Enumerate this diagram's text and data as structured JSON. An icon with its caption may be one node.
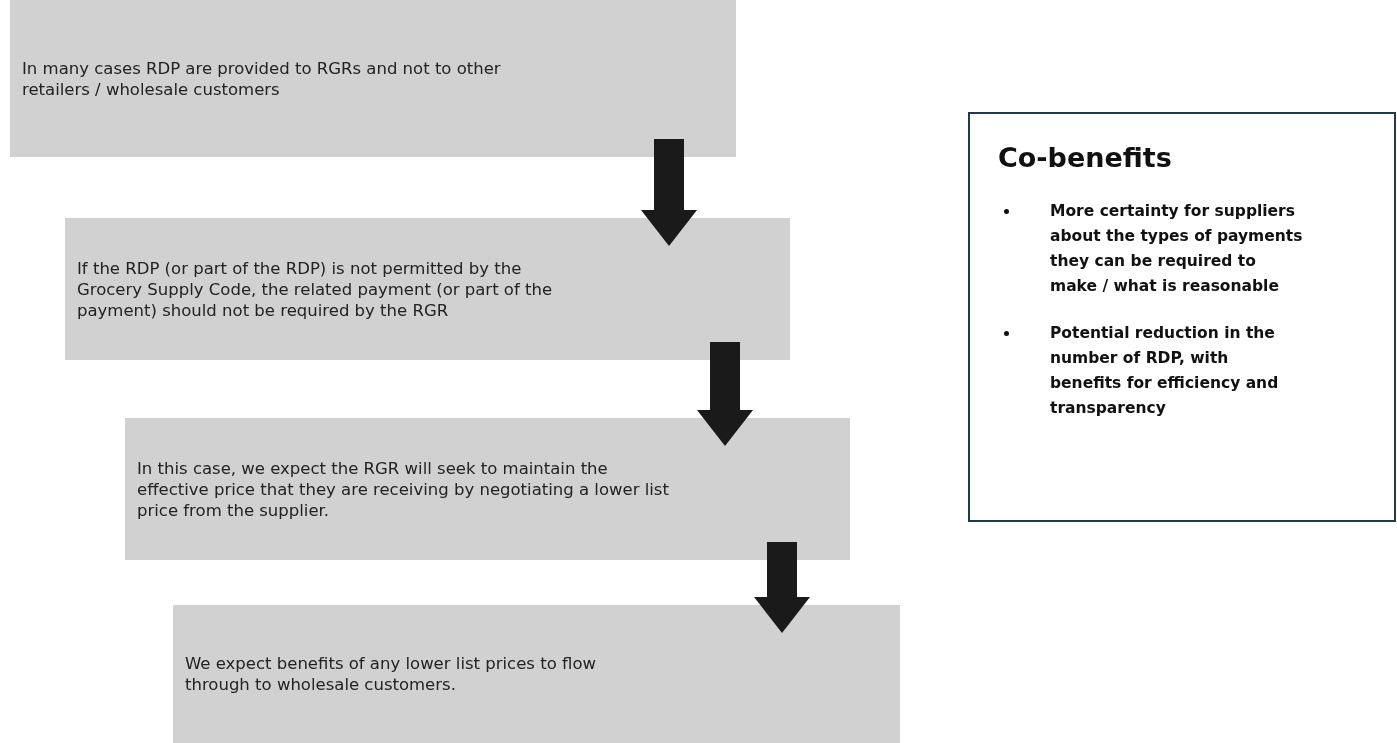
{
  "diagram": {
    "nodes": [
      {
        "text": [
          "In many cases RDP are provided to RGRs and not to other retailers / wholesale customers"
        ]
      },
      {
        "text": [
          "If the RDP (or part of the RDP) is not permitted by the Grocery Supply Code, the related payment (or part of the payment) should not be required by the RGR"
        ]
      },
      {
        "text": [
          "In this case, we expect the RGR will seek to maintain the effective price that they are receiving by negotiating a lower list price from the supplier."
        ]
      },
      {
        "text": [
          "We expect benefits of any lower list prices to flow through to wholesale customers."
        ]
      },
      {
        "text": [
          "Co-benefits",
          "More certainty for suppliers about the types of payments they can be required to make / what is reasonable",
          "Potential reduction in the number of RDP, with benefits for efficiency and transparency"
        ]
      }
    ],
    "edges": [
      {
        "from": 0,
        "to": 1,
        "arrow": "to"
      },
      {
        "from": 1,
        "to": 2,
        "arrow": "to"
      },
      {
        "from": 2,
        "to": 3,
        "arrow": "to"
      }
    ]
  }
}
